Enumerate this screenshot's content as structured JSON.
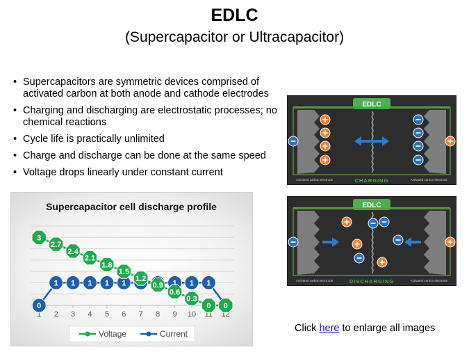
{
  "slide": {
    "title": "EDLC",
    "subtitle": "(Supercapacitor or Ultracapacitor)",
    "bullets": [
      "Supercapacitors are symmetric devices comprised of activated carbon at both anode and cathode electrodes",
      "Charging and discharging are electrostatic processes; no chemical reactions",
      "Cycle life is practically unlimited",
      "Charge and discharge can be done at the same speed",
      "Voltage drops linearly under constant current"
    ],
    "enlarge": {
      "prefix": "Click ",
      "link": "here",
      "suffix": " to enlarge all images"
    }
  },
  "images": {
    "charging": {
      "header": "EDLC",
      "caption": "CHARGING",
      "left_label": "Activated carbon electrode",
      "right_label": "Activated carbon electrode"
    },
    "discharging": {
      "header": "EDLC",
      "caption": "DISCHARGING",
      "left_label": "Activated carbon electrode",
      "right_label": "Activated carbon electrode"
    },
    "colors": {
      "plus": "#f07f2c",
      "minus": "#2f6fb5",
      "header": "#4caf50",
      "arrow": "#2a7bd1"
    }
  },
  "chart_data": {
    "type": "line",
    "title": "Supercapacitor cell discharge profile",
    "x": [
      1,
      2,
      3,
      4,
      5,
      6,
      7,
      8,
      9,
      10,
      11,
      12
    ],
    "series": [
      {
        "name": "Voltage",
        "values": [
          3,
          2.7,
          2.4,
          2.1,
          1.8,
          1.5,
          1.2,
          0.9,
          0.6,
          0.3,
          0,
          0
        ],
        "color": "#1faa4b",
        "marker": "octagon"
      },
      {
        "name": "Current",
        "values": [
          0,
          1,
          1,
          1,
          1,
          1,
          1,
          1,
          1,
          1,
          1,
          0
        ],
        "color": "#1f5fae",
        "marker": "circle"
      }
    ],
    "ylim": [
      0,
      3.5
    ],
    "grid": true,
    "legend": "bottom"
  }
}
